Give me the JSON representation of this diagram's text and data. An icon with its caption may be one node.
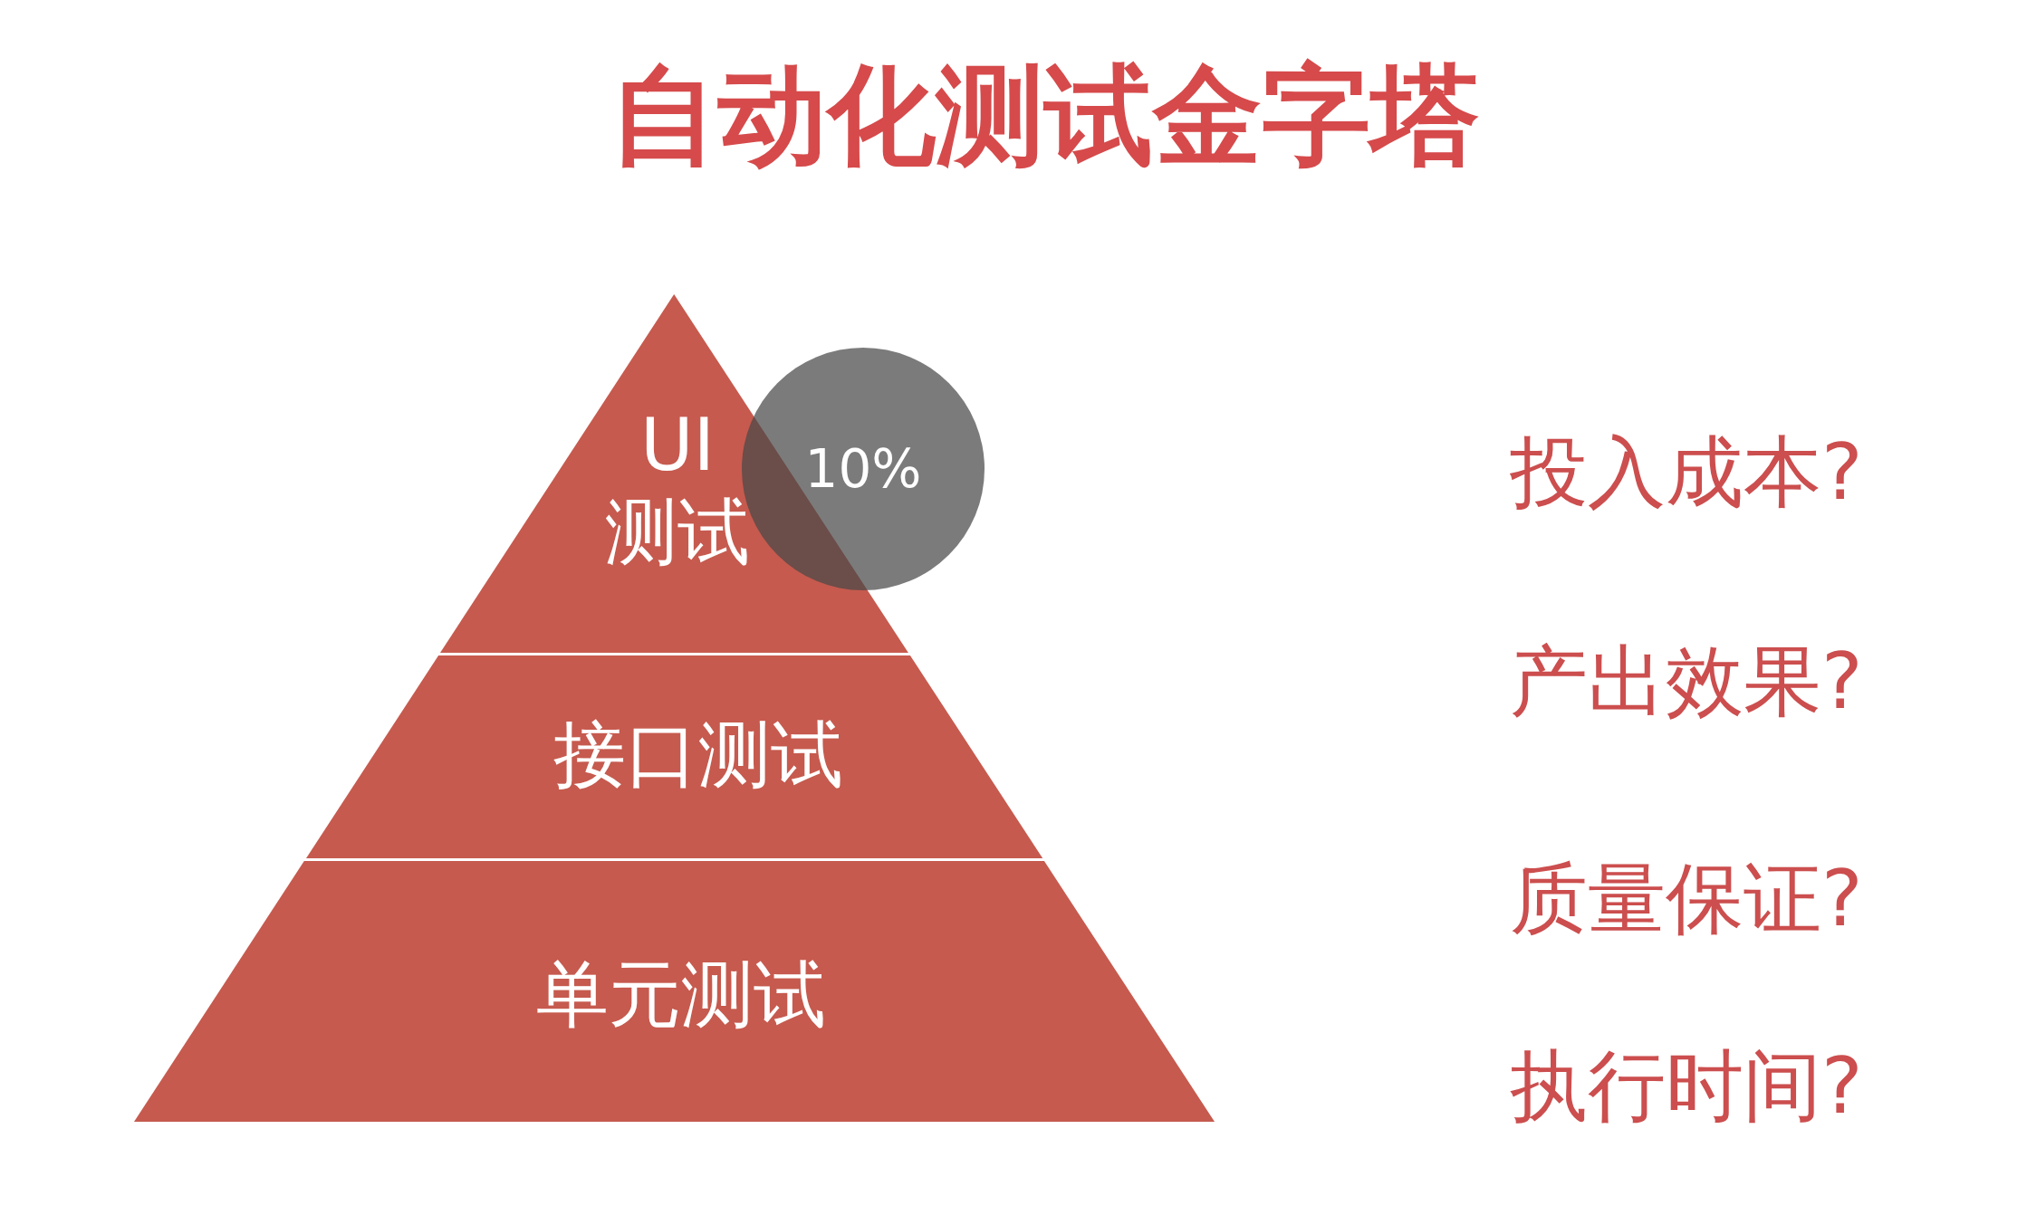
{
  "diagram": {
    "title": "自动化测试金字塔",
    "nodes": [
      {
        "text": [
          "UI测试"
        ]
      },
      {
        "text": [
          "接口测试"
        ]
      },
      {
        "text": [
          "单元测试"
        ]
      },
      {
        "text": [
          "10%"
        ]
      }
    ],
    "labels": [
      "投入成本?",
      "产出效果?",
      "质量保证?",
      "执行时间?"
    ]
  }
}
